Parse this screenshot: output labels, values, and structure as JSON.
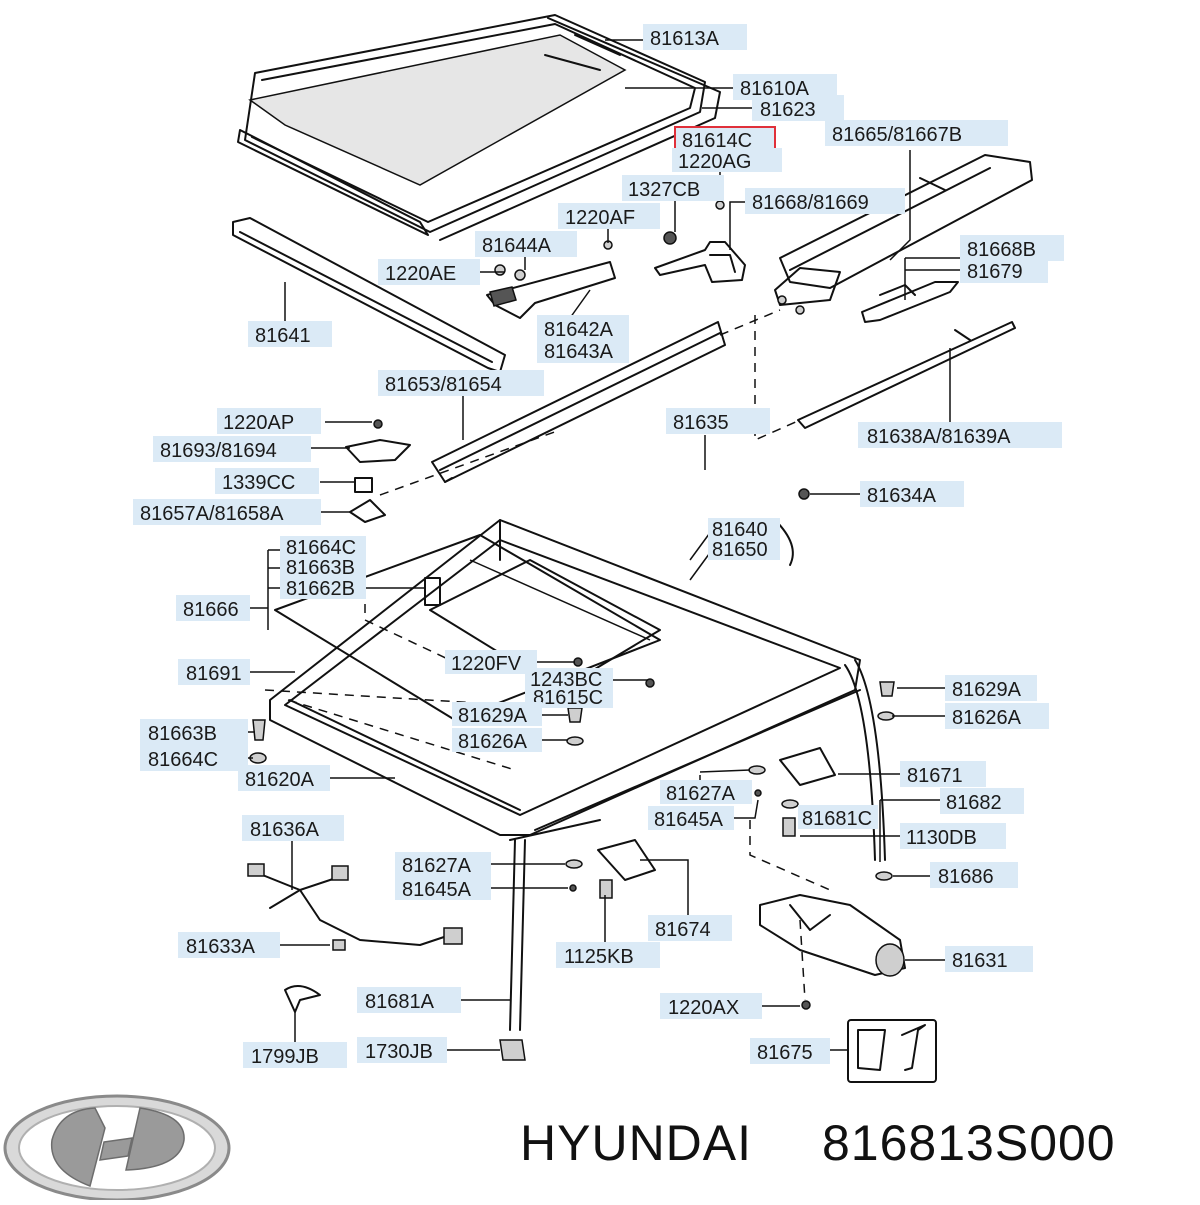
{
  "diagram": {
    "highlight_color": "#e0303a",
    "label_bg_color": "#dbeaf6",
    "highlighted_part": "81614C",
    "labels": [
      {
        "id": "l01",
        "text": "81613A"
      },
      {
        "id": "l02",
        "text": "81610A"
      },
      {
        "id": "l03",
        "text": "81623"
      },
      {
        "id": "l04",
        "text": "81614C"
      },
      {
        "id": "l05",
        "text": "1220AG"
      },
      {
        "id": "l06",
        "text": "81665/81667B"
      },
      {
        "id": "l07",
        "text": "1327CB"
      },
      {
        "id": "l08",
        "text": "81668/81669"
      },
      {
        "id": "l09",
        "text": "1220AF"
      },
      {
        "id": "l10",
        "text": "81644A"
      },
      {
        "id": "l11",
        "text": "81668B"
      },
      {
        "id": "l12",
        "text": "81679"
      },
      {
        "id": "l13",
        "text": "1220AE"
      },
      {
        "id": "l14",
        "text": "81641"
      },
      {
        "id": "l15",
        "text": "81642A"
      },
      {
        "id": "l16",
        "text": "81643A"
      },
      {
        "id": "l17",
        "text": "81653/81654"
      },
      {
        "id": "l18",
        "text": "1220AP"
      },
      {
        "id": "l19",
        "text": "81635"
      },
      {
        "id": "l20",
        "text": "81638A/81639A"
      },
      {
        "id": "l21",
        "text": "81693/81694"
      },
      {
        "id": "l22",
        "text": "1339CC"
      },
      {
        "id": "l23",
        "text": "81634A"
      },
      {
        "id": "l24",
        "text": "81657A/81658A"
      },
      {
        "id": "l25",
        "text": "81664C"
      },
      {
        "id": "l26",
        "text": "81663B"
      },
      {
        "id": "l27",
        "text": "81640"
      },
      {
        "id": "l28",
        "text": "81650"
      },
      {
        "id": "l29",
        "text": "81662B"
      },
      {
        "id": "l30",
        "text": "81666"
      },
      {
        "id": "l31",
        "text": "1220FV"
      },
      {
        "id": "l32",
        "text": "81691"
      },
      {
        "id": "l33",
        "text": "1243BC"
      },
      {
        "id": "l34",
        "text": "81615C"
      },
      {
        "id": "l35",
        "text": "81629A"
      },
      {
        "id": "l36",
        "text": "81626A"
      },
      {
        "id": "l37",
        "text": "81629A"
      },
      {
        "id": "l38",
        "text": "81663B"
      },
      {
        "id": "l39",
        "text": "81626A"
      },
      {
        "id": "l40",
        "text": "81664C"
      },
      {
        "id": "l41",
        "text": "81620A"
      },
      {
        "id": "l42",
        "text": "81671"
      },
      {
        "id": "l43",
        "text": "81627A"
      },
      {
        "id": "l44",
        "text": "81682"
      },
      {
        "id": "l45",
        "text": "81645A"
      },
      {
        "id": "l46",
        "text": "81681C"
      },
      {
        "id": "l47",
        "text": "1130DB"
      },
      {
        "id": "l48",
        "text": "81636A"
      },
      {
        "id": "l49",
        "text": "81627A"
      },
      {
        "id": "l50",
        "text": "81686"
      },
      {
        "id": "l51",
        "text": "81645A"
      },
      {
        "id": "l52",
        "text": "81674"
      },
      {
        "id": "l53",
        "text": "81633A"
      },
      {
        "id": "l54",
        "text": "1125KB"
      },
      {
        "id": "l55",
        "text": "81631"
      },
      {
        "id": "l56",
        "text": "81681A"
      },
      {
        "id": "l57",
        "text": "1220AX"
      },
      {
        "id": "l58",
        "text": "1730JB"
      },
      {
        "id": "l59",
        "text": "81675"
      },
      {
        "id": "l60",
        "text": "1799JB"
      }
    ]
  },
  "footer": {
    "brand": "HYUNDAI",
    "part_number": "816813S000",
    "logo_icon": "hyundai-logo-icon"
  }
}
